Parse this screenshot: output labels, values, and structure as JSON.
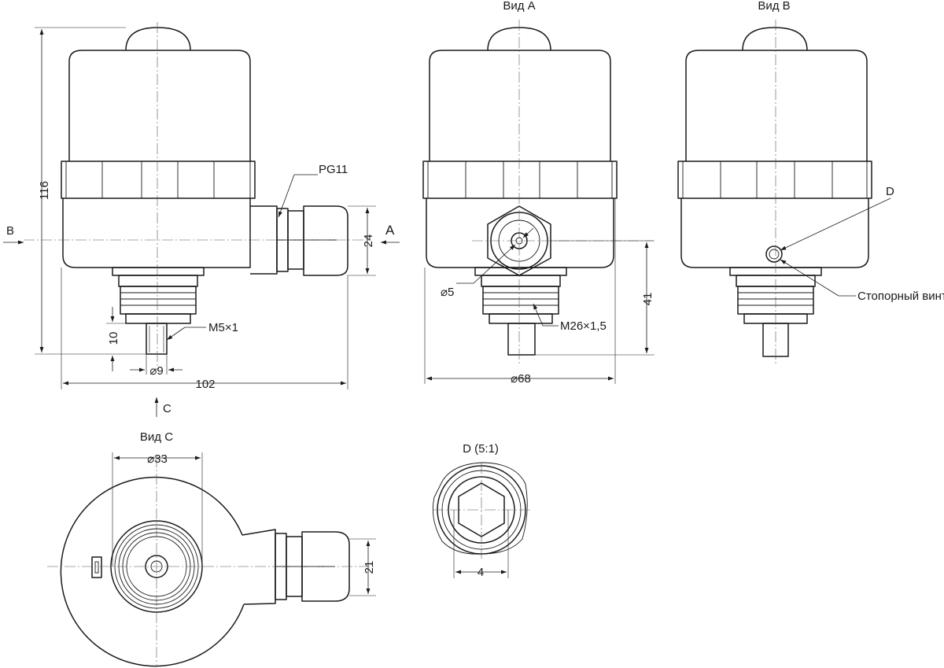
{
  "views": {
    "view_a": "Вид A",
    "view_b": "Вид B",
    "view_c": "Вид C",
    "detail_d": "D (5:1)"
  },
  "markers": {
    "arrow_a": "A",
    "arrow_b": "B",
    "arrow_c": "C",
    "callout_d": "D"
  },
  "dimensions": {
    "height_total": "116",
    "width_total": "102",
    "gland_height": "24",
    "probe_length": "10",
    "probe_diameter": "⌀9",
    "body_diameter": "⌀68",
    "port_diameter": "⌀5",
    "height_lower": "41",
    "flange_diameter": "⌀33",
    "gland_width": "21",
    "detail_width": "4"
  },
  "callouts": {
    "gland_thread": "PG11",
    "probe_thread": "M5×1",
    "mount_thread": "M26×1,5",
    "set_screw": "Стопорный винт"
  }
}
